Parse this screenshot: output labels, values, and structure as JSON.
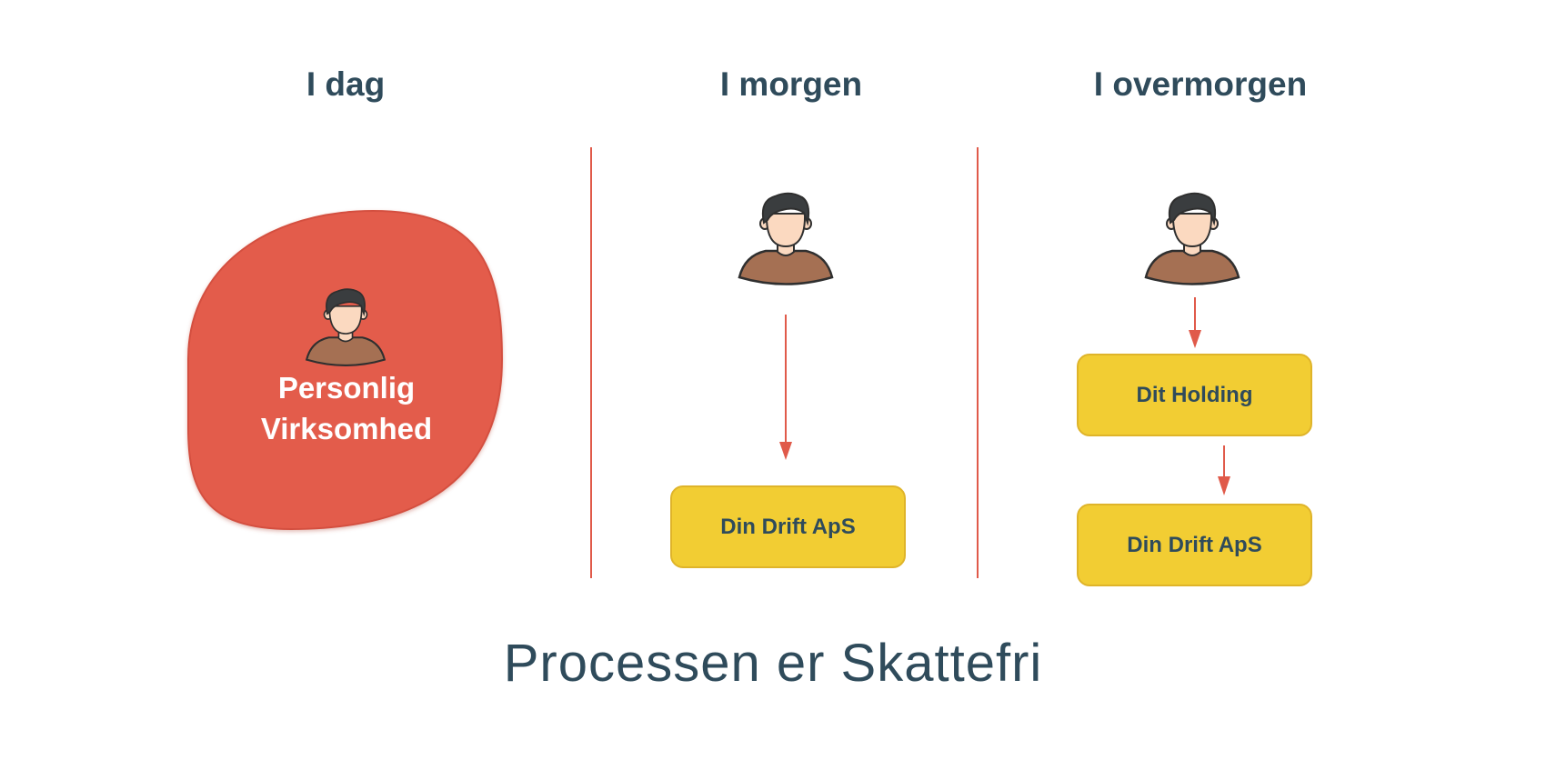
{
  "columns": [
    {
      "title": "I dag"
    },
    {
      "title": "I morgen"
    },
    {
      "title": "I overmorgen"
    }
  ],
  "col1": {
    "blob_line1": "Personlig",
    "blob_line2": "Virksomhed"
  },
  "col2": {
    "box": "Din Drift ApS"
  },
  "col3": {
    "box_top": "Dit Holding",
    "box_bottom": "Din Drift ApS"
  },
  "footer": "Processen er Skattefri",
  "colors": {
    "title": "#2f4b5b",
    "accent_red": "#e05a4a",
    "blob": "#e35c4b",
    "box_yellow": "#f2cd33",
    "person_shirt": "#a57053",
    "person_hair": "#3a3d3f",
    "person_skin": "#fbd9c0"
  },
  "icons": [
    "person-icon",
    "arrow-down-icon"
  ]
}
